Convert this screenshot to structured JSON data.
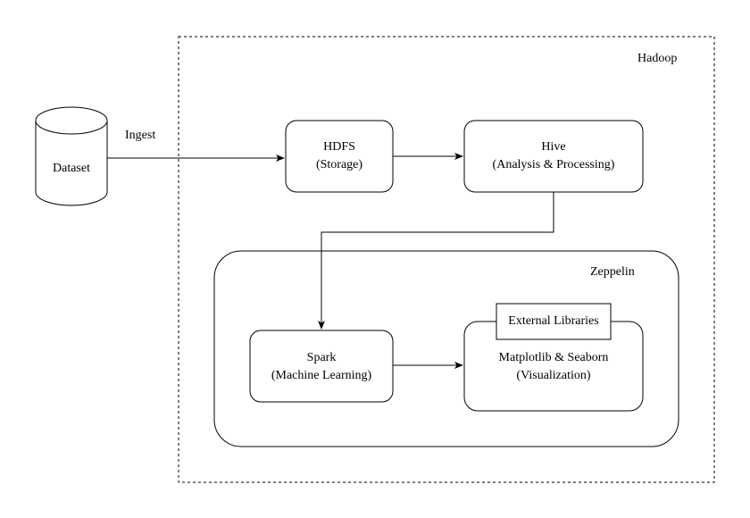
{
  "hadoop": {
    "label": "Hadoop"
  },
  "zeppelin": {
    "label": "Zeppelin"
  },
  "dataset": {
    "label": "Dataset"
  },
  "ingest": {
    "label": "Ingest"
  },
  "hdfs": {
    "title": "HDFS",
    "subtitle": "(Storage)"
  },
  "hive": {
    "title": "Hive",
    "subtitle": "(Analysis & Processing)"
  },
  "spark": {
    "title": "Spark",
    "subtitle": "(Machine Learning)"
  },
  "viz": {
    "title": "Matplotlib & Seaborn",
    "subtitle": "(Visualization)"
  },
  "external": {
    "label": "External Libraries"
  }
}
